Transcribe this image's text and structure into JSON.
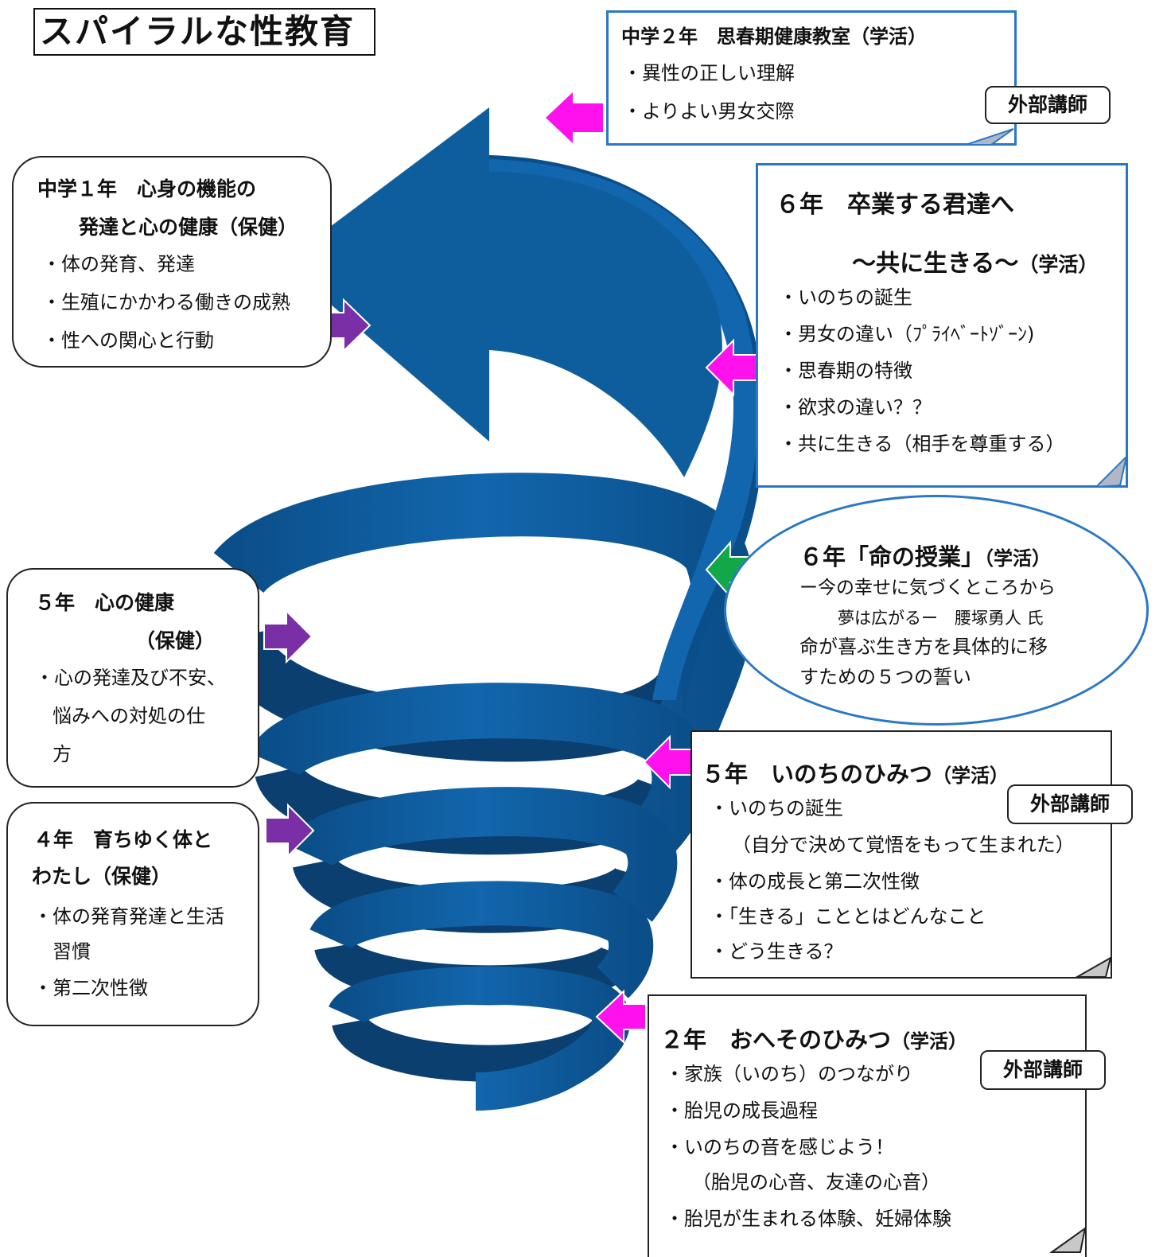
{
  "title": "スパイラルな性教育",
  "colors": {
    "spiral": "#0e5e9e",
    "spiral_dark": "#0a3f70",
    "arrow_magenta": "#ff11ee",
    "arrow_purple": "#7b2fa6",
    "arrow_green": "#12a84a",
    "box_blue": "#2a78c4"
  },
  "jr2": {
    "heading": "中学２年　思春期健康教室（学活）",
    "items": [
      "・異性の正しい理解",
      "・よりよい男女交際"
    ],
    "badge": "外部講師"
  },
  "jr1": {
    "heading1": "中学１年　心身の機能の",
    "heading2": "発達と心の健康（保健）",
    "items": [
      "・体の発育、発達",
      "・生殖にかかわる働きの成熟",
      "・性への関心と行動"
    ]
  },
  "g6a": {
    "heading1": "６年　卒業する君達へ",
    "heading2": "～共に生きる～",
    "heading2_suffix": "（学活）",
    "items": [
      "・いのちの誕生",
      "・男女の違い（ﾌﾟﾗｲﾍﾞｰﾄｿﾞｰﾝ)",
      "・思春期の特徴",
      "・欲求の違い？？",
      "・共に生きる（相手を尊重する）"
    ]
  },
  "g6b": {
    "heading": "６年「命の授業」",
    "heading_suffix": "（学活）",
    "lines": [
      "ー今の幸せに気づくところから",
      "夢は広がるー　腰塚勇人 氏",
      "命が喜ぶ生き方を具体的に移",
      "すための５つの誓い"
    ]
  },
  "g5a": {
    "heading1": "５年　心の健康",
    "heading2": "（保健）",
    "items": [
      "・心の発達及び不安、",
      "悩みへの対処の仕",
      "方"
    ]
  },
  "g5b": {
    "heading": "５年　いのちのひみつ",
    "heading_suffix": "（学活）",
    "badge": "外部講師",
    "items": [
      "・いのちの誕生",
      "（自分で決めて覚悟をもって生まれた）",
      "・体の成長と第二次性徴",
      "・「生きる」こととはどんなこと",
      "・どう生きる？"
    ]
  },
  "g4": {
    "heading1": "４年　育ちゆく体と",
    "heading2": "わたし（保健）",
    "items": [
      "・体の発育発達と生活",
      "習慣",
      "・第二次性徴"
    ]
  },
  "g2": {
    "heading": "２年　おへそのひみつ",
    "heading_suffix": "（学活）",
    "badge": "外部講師",
    "items": [
      "・家族（いのち）のつながり",
      "・胎児の成長過程",
      "・いのちの音を感じよう！",
      "（胎児の心音、友達の心音）",
      "・胎児が生まれる体験、妊婦体験"
    ]
  }
}
